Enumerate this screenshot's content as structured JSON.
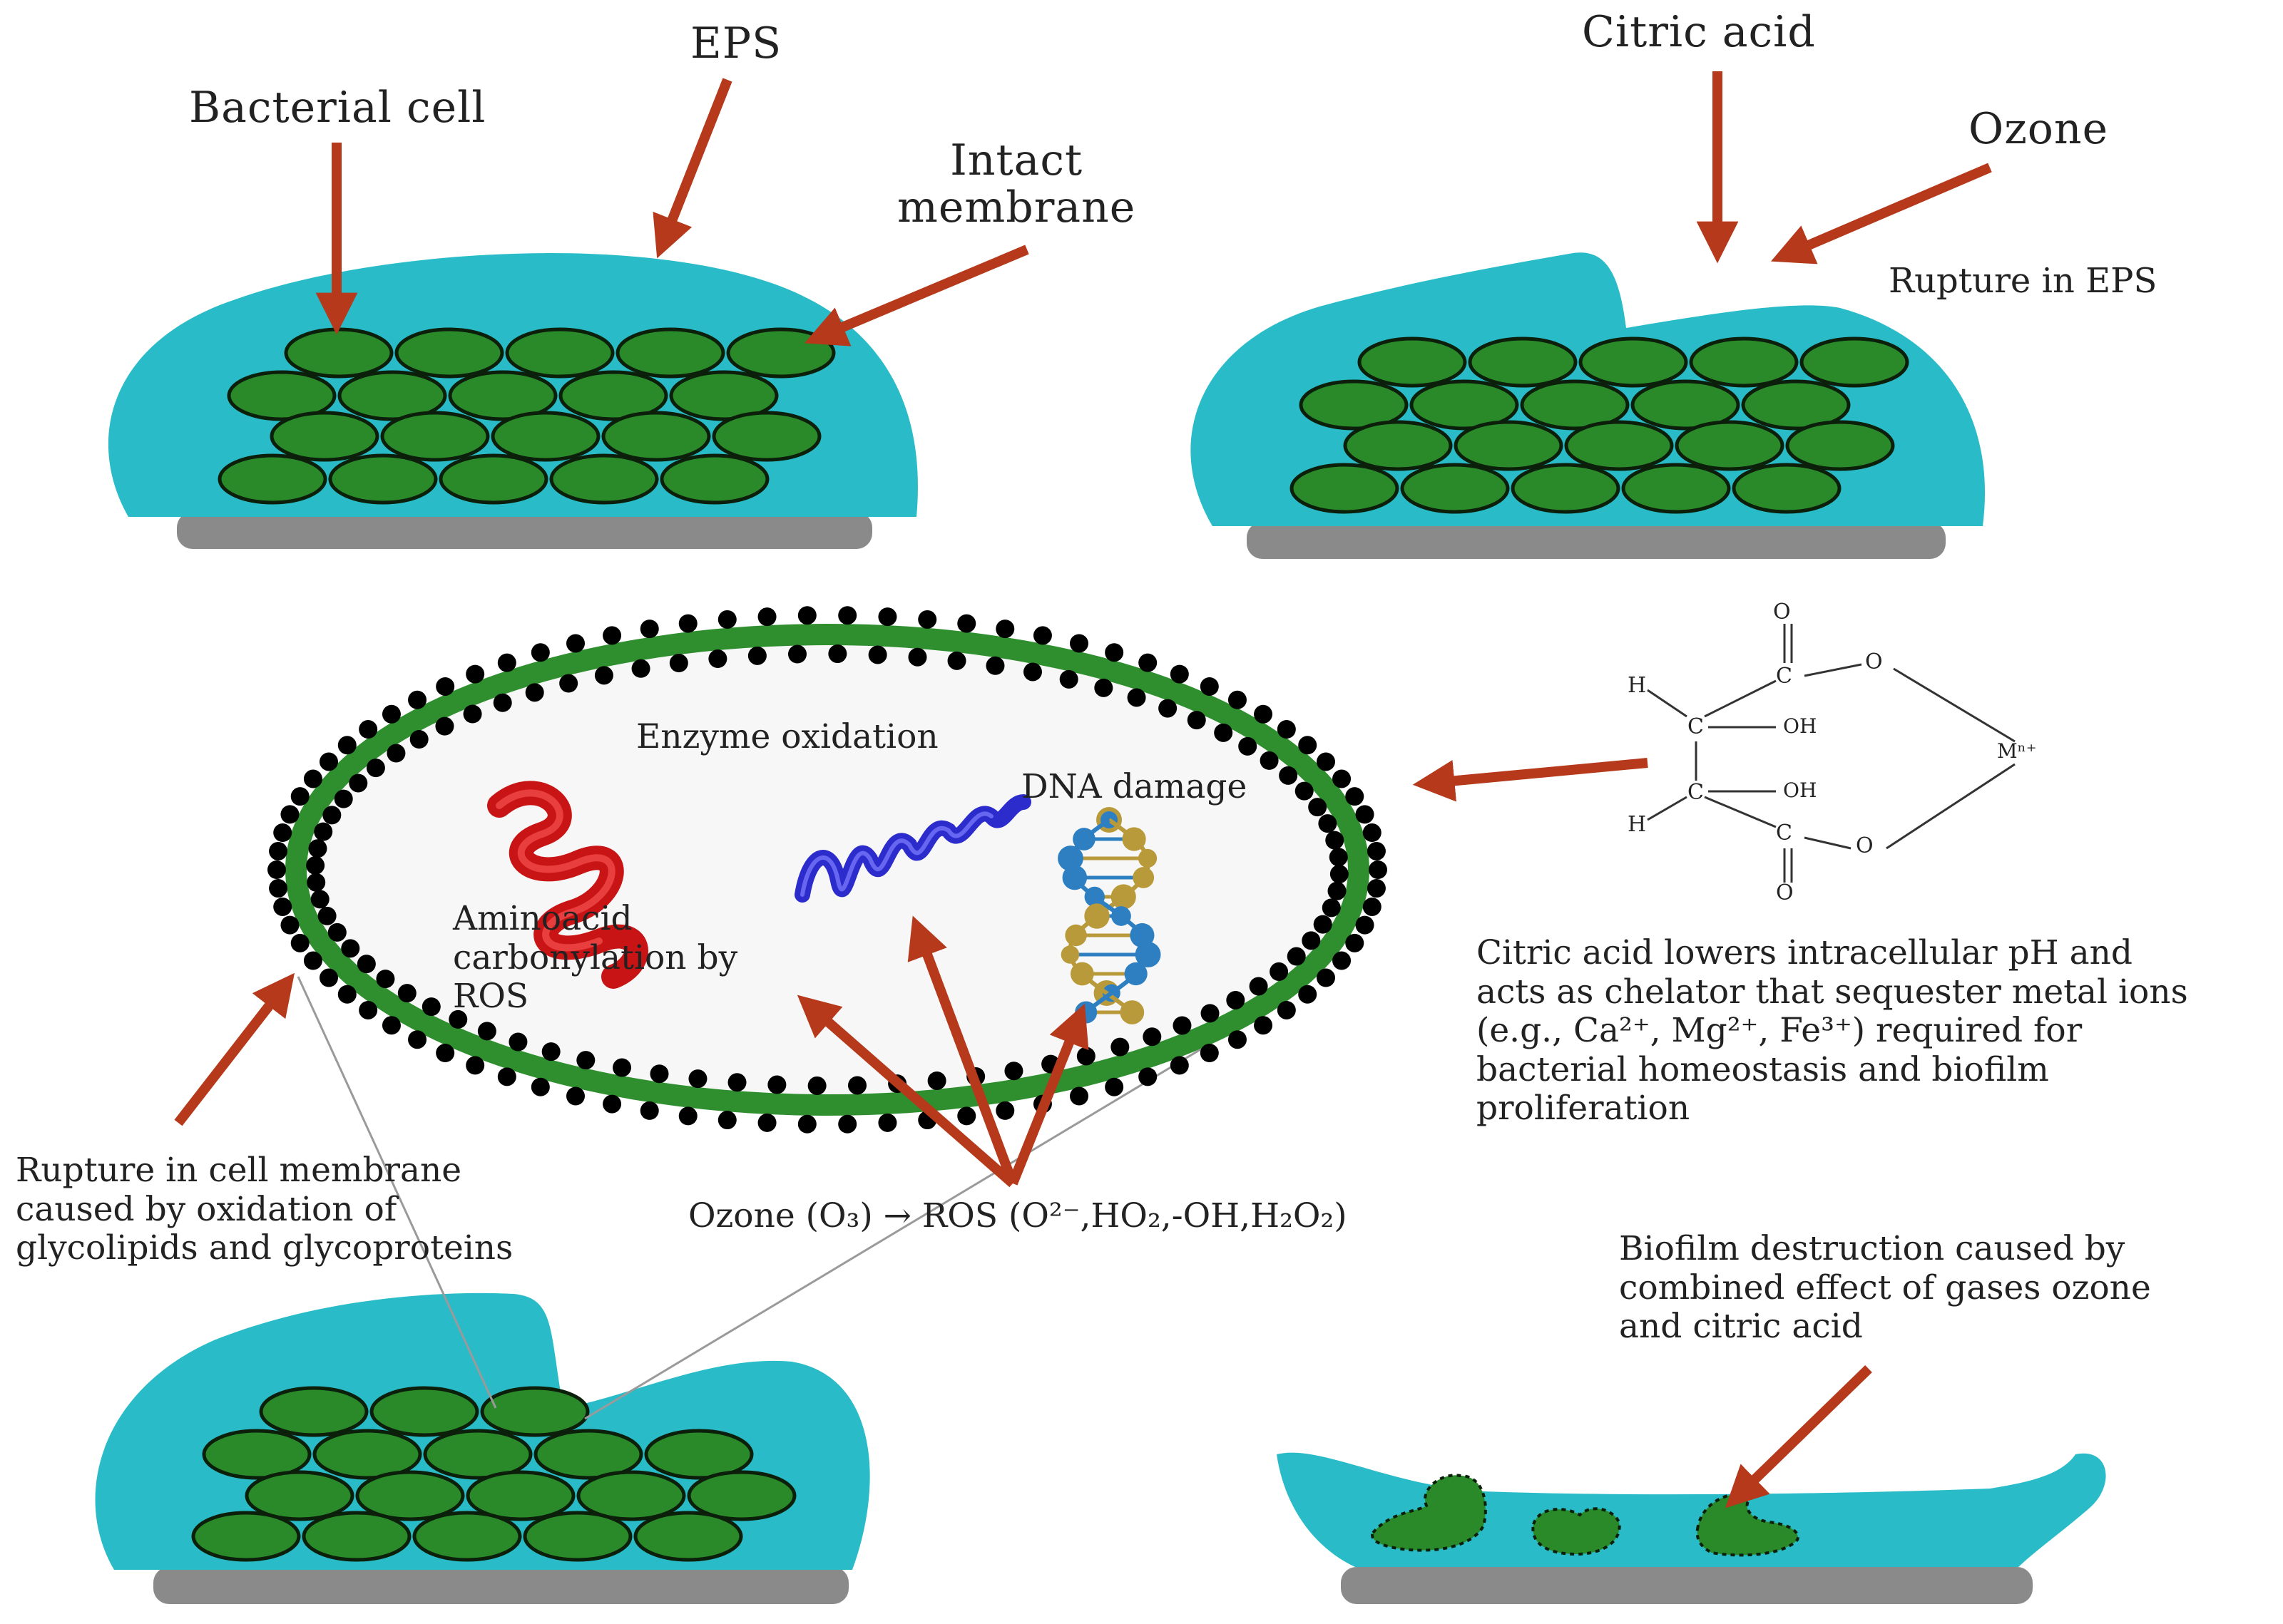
{
  "colors": {
    "eps": "#29bcc8",
    "cell": "#2a8a2a",
    "cell_stroke": "#0b1f0b",
    "substrate": "#8a8a8a",
    "arrow": "#b5391a",
    "membrane": "#2f8f2f",
    "membrane_dots": "#000000",
    "cell_interior": "#f7f7f7"
  },
  "panel_top_left": {
    "bacterial_cell": "Bacterial cell",
    "eps": "EPS",
    "intact_membrane": "Intact\nmembrane"
  },
  "panel_top_right": {
    "citric_acid": "Citric acid",
    "ozone": "Ozone",
    "rupture_eps": "Rupture in EPS"
  },
  "cell_zoom": {
    "enzyme_oxidation": "Enzyme oxidation",
    "dna_damage": "DNA damage",
    "aminoacid": "Aminoacid\ncarbonylation by\nROS",
    "ozone_reaction": "Ozone (O₃) → ROS (O²⁻,HO₂,-OH,H₂O₂)",
    "icons": [
      "protein-helix-red-icon",
      "protein-helix-blue-icon",
      "dna-double-helix-icon"
    ]
  },
  "chelate_structure": {
    "atoms": {
      "o_top": "O",
      "c_top": "C",
      "o_right_top": "O",
      "h_top": "H",
      "c_mid1": "C",
      "oh1": "OH",
      "metal": "Mⁿ⁺",
      "c_mid2": "C",
      "oh2": "OH",
      "h_bottom": "H",
      "c_bottom": "C",
      "o_right_bottom": "O",
      "o_bottom": "O"
    }
  },
  "captions": {
    "citric_acid_text": "Citric acid lowers intracellular pH and\nacts as chelator that sequester metal ions\n(e.g., Ca²⁺, Mg²⁺, Fe³⁺) required for\nbacterial homeostasis and biofilm\nproliferation",
    "rupture_membrane": "Rupture in cell membrane\ncaused by oxidation of\nglycolipids and glycoproteins",
    "biofilm_destruction": "Biofilm destruction caused by\ncombined effect of gases ozone\nand citric acid"
  }
}
